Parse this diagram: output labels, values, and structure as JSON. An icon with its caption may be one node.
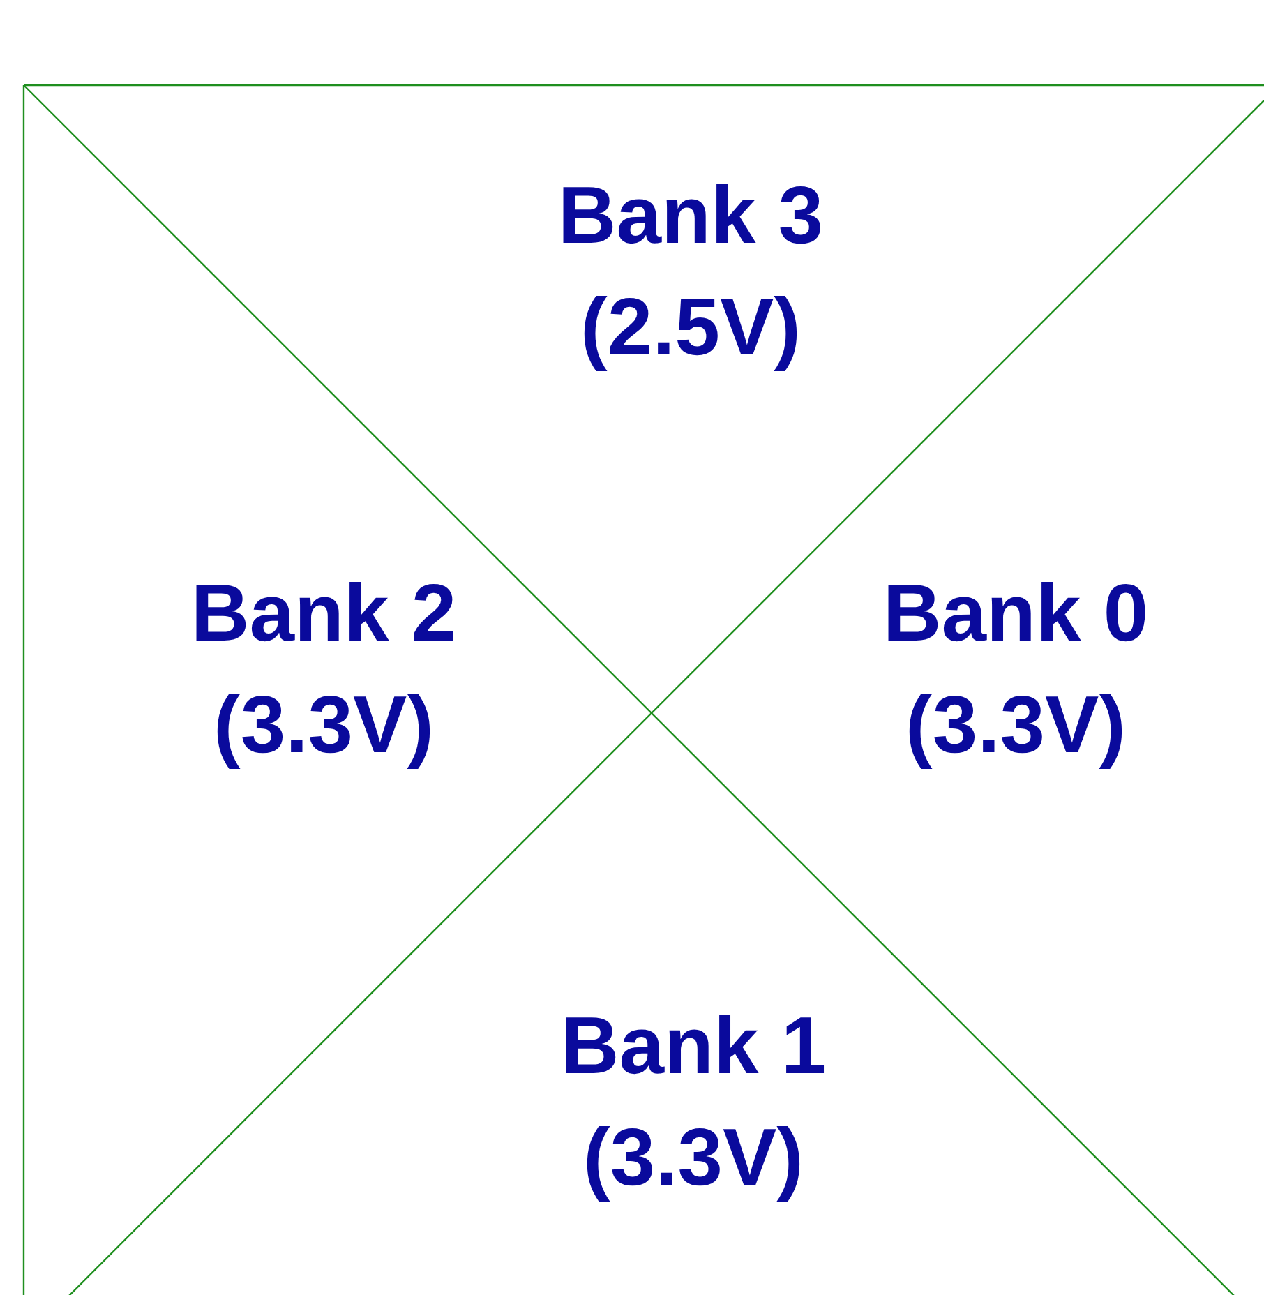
{
  "diagram": {
    "labels": [
      "Bank 3 (2.5V)",
      "Bank 2 (3.3V)",
      "Bank 0 (3.3V)",
      "Bank 1 (3.3V)"
    ]
  }
}
